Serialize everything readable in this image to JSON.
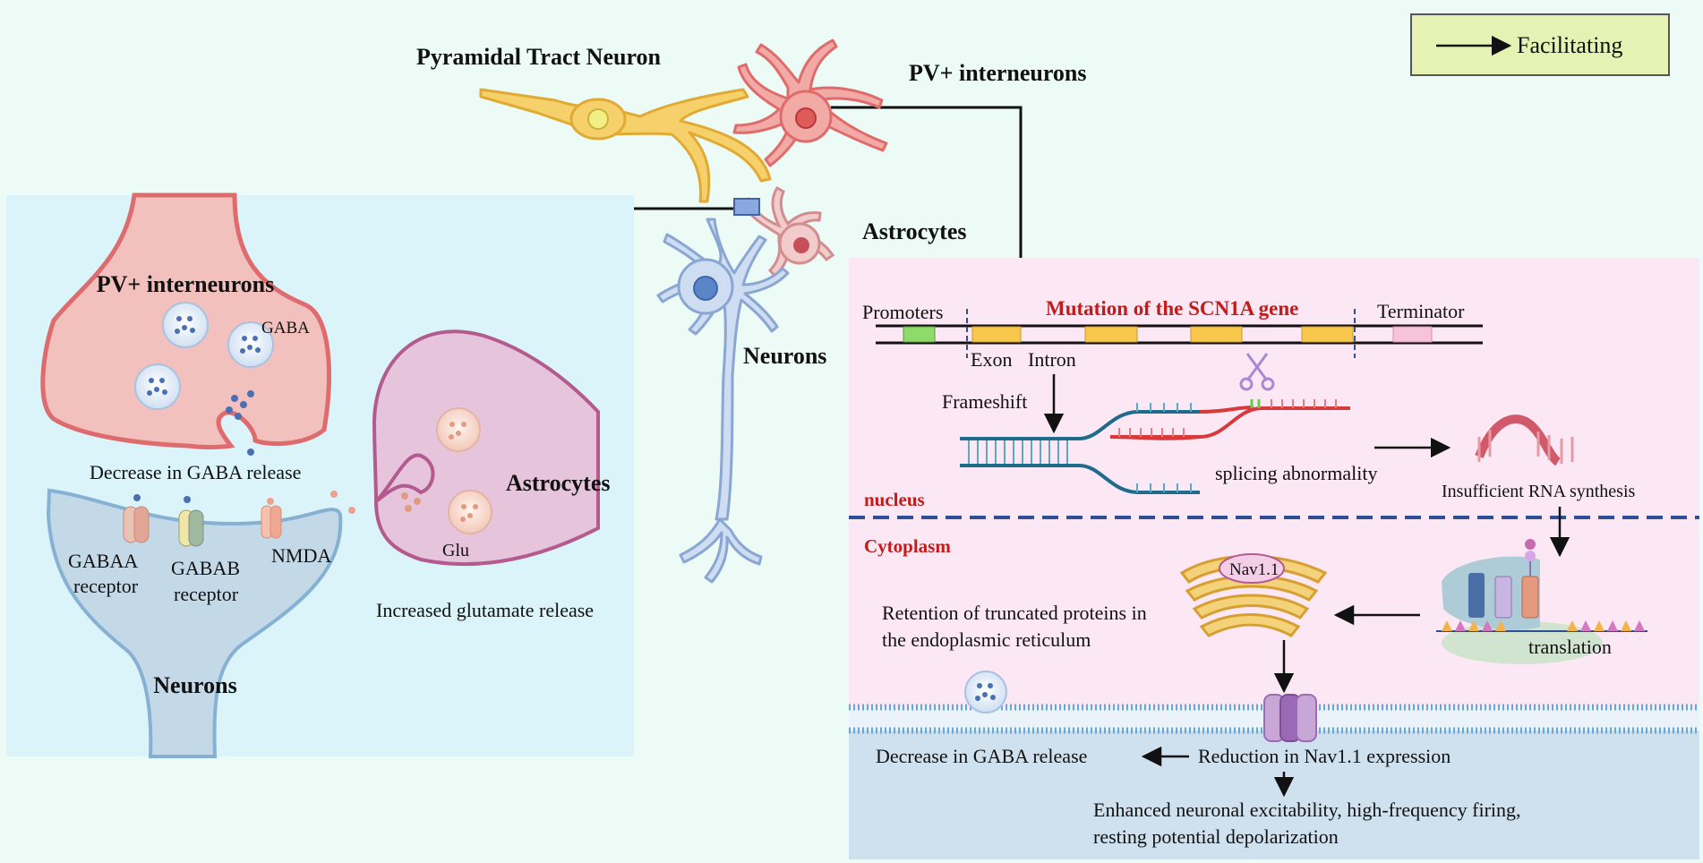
{
  "legend": {
    "facilitating": "Facilitating"
  },
  "top_cells": {
    "pyramidal": "Pyramidal Tract Neuron",
    "pv": "PV+ interneurons",
    "astrocytes": "Astrocytes",
    "neurons": "Neurons"
  },
  "synapse_panel": {
    "pv_title": "PV+ interneurons",
    "gaba": "GABA",
    "decrease_gaba": "Decrease in GABA release",
    "gabaa_1": "GABAA",
    "gabaa_2": "receptor",
    "gabab_1": "GABAB",
    "gabab_2": "receptor",
    "nmda": "NMDA",
    "neurons_title": "Neurons",
    "astro_title": "Astrocytes",
    "glu": "Glu",
    "increased_glu": "Increased glutamate release"
  },
  "gene_panel": {
    "promoters": "Promoters",
    "mutation": "Mutation of the SCN1A gene",
    "terminator": "Terminator",
    "exon": "Exon",
    "intron": "Intron",
    "frameshift": "Frameshift",
    "splicing": "splicing abnormality",
    "insufficient_rna": "Insufficient RNA synthesis",
    "nucleus": "nucleus",
    "cytoplasm": "Cytoplasm",
    "nav": "Nav1.1",
    "retention_1": "Retention of truncated proteins in",
    "retention_2": "the endoplasmic reticulum",
    "translation": "translation",
    "decrease_gaba": "Decrease in GABA release",
    "reduction_nav": "Reduction in Nav1.1 expression",
    "enhanced_1": "Enhanced neuronal excitability, high-frequency firing,",
    "enhanced_2": "resting potential depolarization"
  },
  "colors": {
    "background": "#ecfbf6",
    "synapse_panel_bg": "#daf4f9",
    "gene_panel_bg": "#fbe8f4",
    "membrane_bottom_bg": "#cfe1ef",
    "legend_bg": "#e6f2b4",
    "pv_neuron": "#f2b7b4",
    "pv_neuron_edge": "#dd6a6c",
    "postsyn_neuron": "#c2d8e6",
    "astrocyte": "#e6c5dc",
    "astrocyte_edge": "#b35a8e",
    "title_red": "#c41a1a",
    "divider_blue": "#2e4e96",
    "exon_yellow": "#f7c84b",
    "promoter_green": "#8edb6a",
    "terminator_pink": "#f6c2dc"
  }
}
